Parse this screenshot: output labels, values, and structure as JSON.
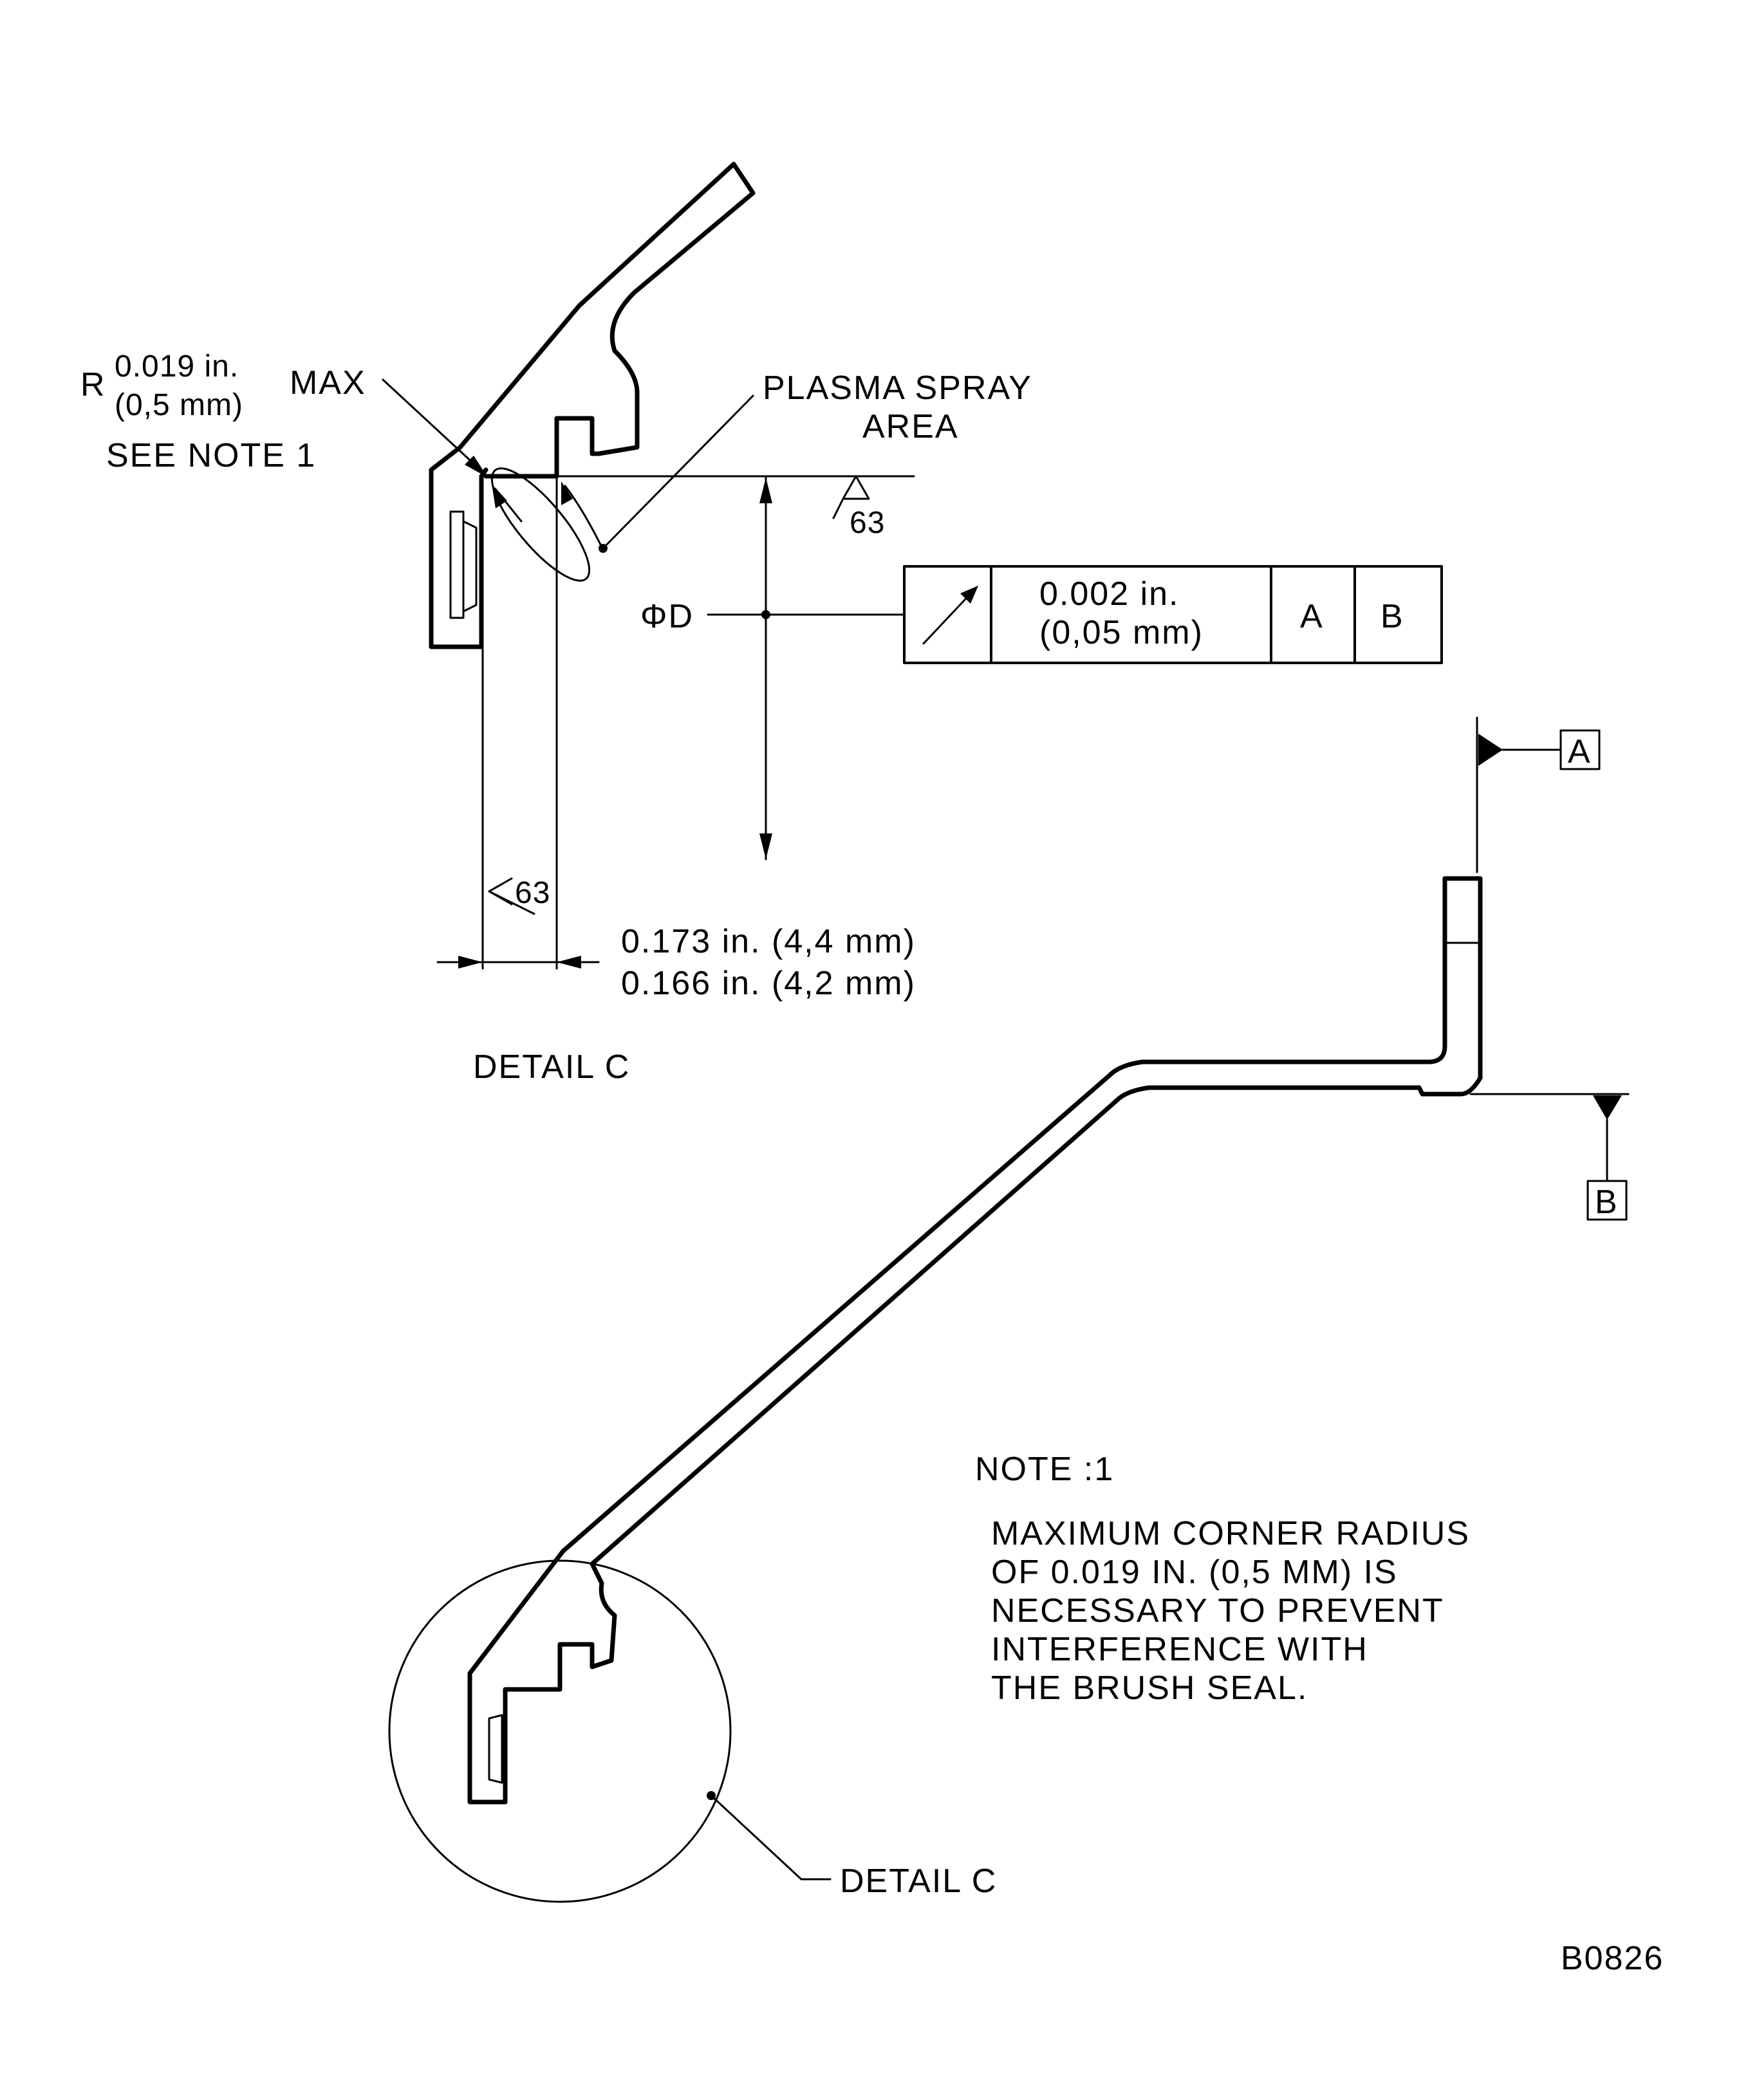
{
  "detail_top": {
    "radius_prefix": "R",
    "radius_in": "0.019 in.",
    "radius_mm": "(0,5 mm)",
    "radius_suffix": "MAX",
    "see_note": "SEE NOTE 1",
    "plasma_line1": "PLASMA SPRAY",
    "plasma_line2": "AREA",
    "surface_finish_top": "63",
    "surface_finish_side": "63",
    "diameter_label": "ΦD",
    "dim_line1": "0.173 in. (4,4 mm)",
    "dim_line2": "0.166 in. (4,2 mm)",
    "title": "DETAIL C"
  },
  "feature_control_frame": {
    "symbol": "runout-arrow-icon",
    "tolerance_in": "0.002 in.",
    "tolerance_mm": "(0,05 mm)",
    "datum_1": "A",
    "datum_2": "B"
  },
  "datums": {
    "datum_a": "A",
    "datum_b": "B"
  },
  "note": {
    "heading": "NOTE :1",
    "lines": [
      "MAXIMUM CORNER RADIUS",
      "OF 0.019 IN. (0,5 MM) IS",
      "NECESSARY TO PREVENT",
      "INTERFERENCE WITH",
      "THE BRUSH SEAL."
    ]
  },
  "detail_callout": "DETAIL C",
  "figure_id": "B0826"
}
